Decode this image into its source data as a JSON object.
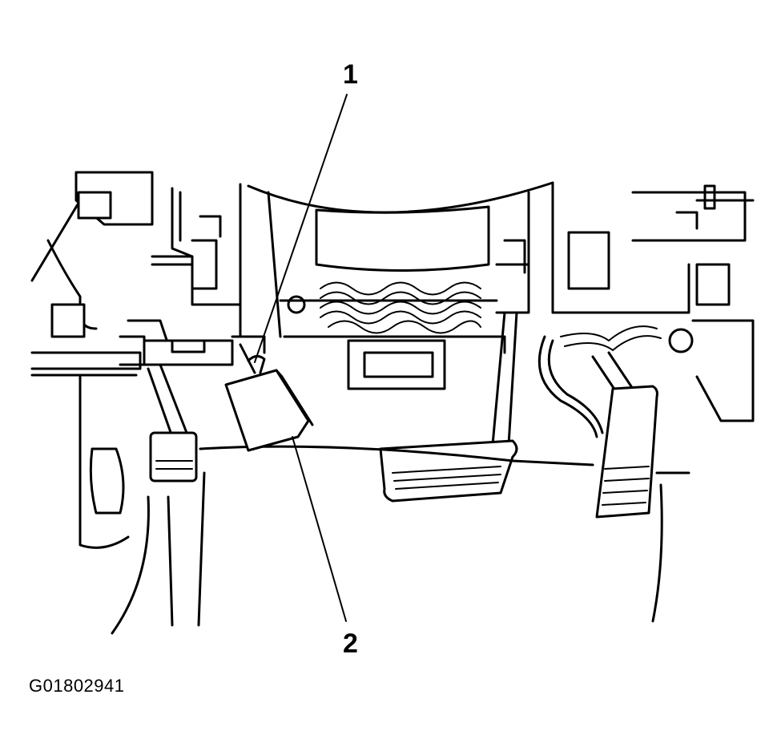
{
  "callouts": [
    {
      "number": "1"
    },
    {
      "number": "2"
    }
  ],
  "figure_id": "G01802941"
}
